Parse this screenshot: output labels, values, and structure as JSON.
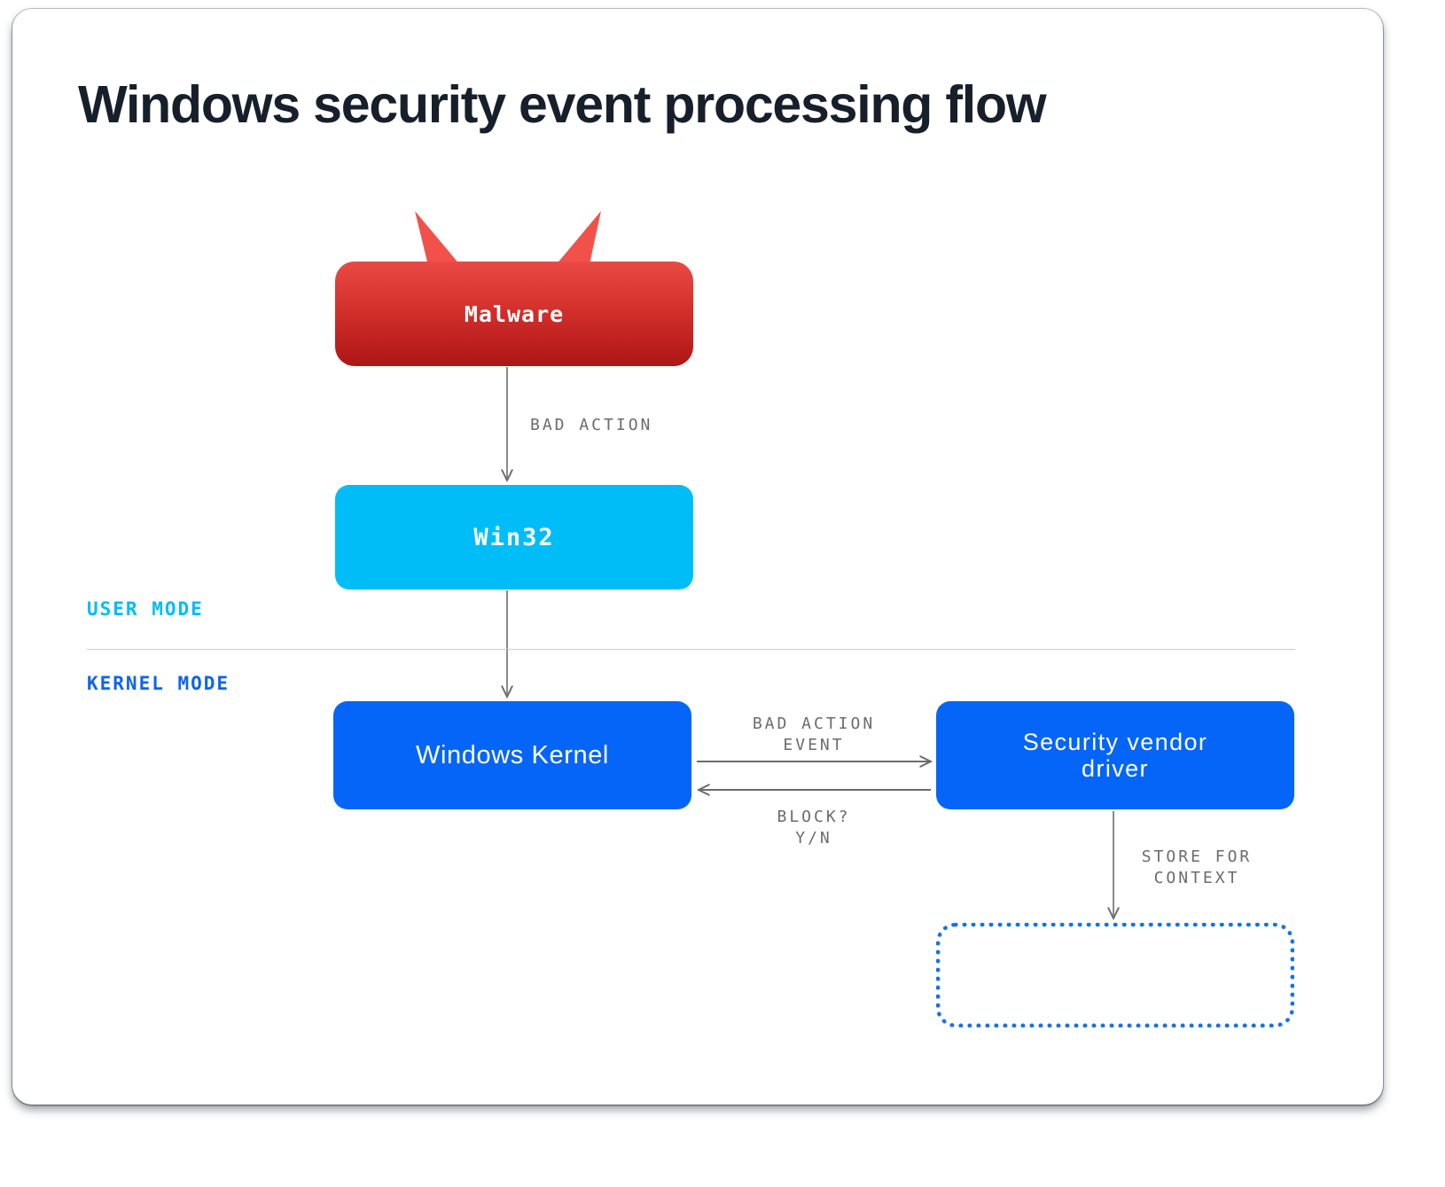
{
  "page": {
    "title": "Windows security event processing flow",
    "background": "#ffffff"
  },
  "colors": {
    "title": "#171f2b",
    "malware_top": "#ea4a44",
    "malware_bottom": "#ad1616",
    "win32": "#00bdf8",
    "kernel_blue": "#0565f8",
    "user_mode_label": "#00bdf8",
    "kernel_mode_label": "#0f63ef",
    "dotted_border": "#1871e8",
    "edge_line": "#6b6b6b",
    "divider": "#c9ccd1"
  },
  "nodes": {
    "malware": {
      "label": "Malware",
      "kind": "threat-spiky-box"
    },
    "win32": {
      "label": "Win32",
      "kind": "rounded-box"
    },
    "windows_kernel": {
      "label": "Windows Kernel",
      "kind": "rounded-box"
    },
    "security_vendor_driver": {
      "label": "Security vendor\ndriver",
      "kind": "rounded-box"
    },
    "store": {
      "label": "",
      "kind": "dotted-rounded-box"
    }
  },
  "zones": {
    "user_mode": "USER MODE",
    "kernel_mode": "KERNEL MODE"
  },
  "edges": {
    "malware_to_win32": {
      "label": "BAD ACTION",
      "direction": "down"
    },
    "win32_to_kernel": {
      "label": "",
      "direction": "down"
    },
    "kernel_to_vendor": {
      "label": "BAD ACTION\nEVENT",
      "direction": "right"
    },
    "vendor_to_kernel": {
      "label": "BLOCK?\nY/N",
      "direction": "left"
    },
    "vendor_to_store": {
      "label": "STORE FOR\nCONTEXT",
      "direction": "down"
    }
  }
}
